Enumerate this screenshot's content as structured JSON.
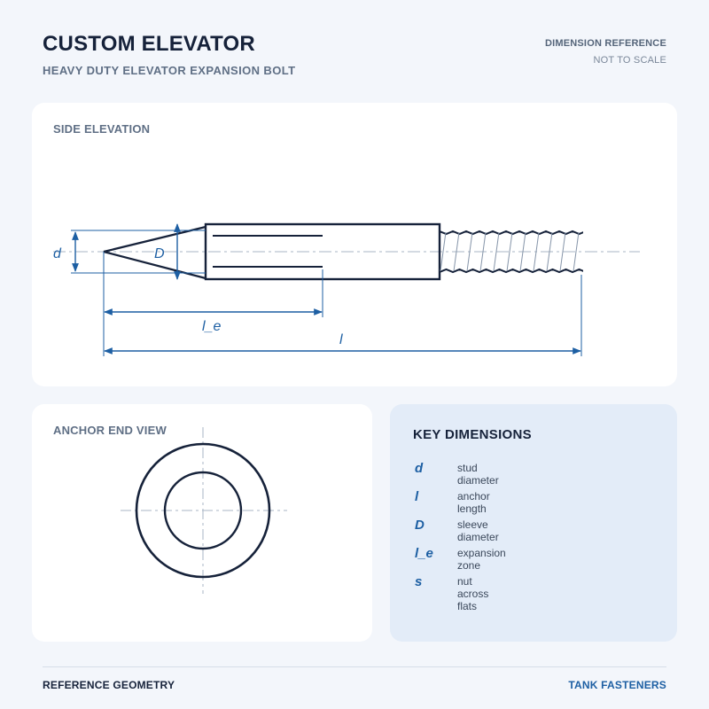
{
  "header": {
    "title": "CUSTOM ELEVATOR",
    "subtitle": "HEAVY DUTY ELEVATOR EXPANSION BOLT",
    "reference_label": "DIMENSION REFERENCE",
    "reference_note": "NOT TO SCALE"
  },
  "side_view": {
    "title": "SIDE ELEVATION",
    "labels": {
      "d": "d",
      "D": "D",
      "le": "l_e",
      "l": "l"
    }
  },
  "end_view": {
    "title": "ANCHOR END VIEW"
  },
  "key": {
    "title": "KEY DIMENSIONS",
    "items": [
      {
        "symbol": "d",
        "description": "stud diameter"
      },
      {
        "symbol": "l",
        "description": "anchor length"
      },
      {
        "symbol": "D",
        "description": "sleeve diameter"
      },
      {
        "symbol": "l_e",
        "description": "expansion zone"
      },
      {
        "symbol": "s",
        "description": "nut across flats"
      }
    ]
  },
  "footer": {
    "left": "REFERENCE GEOMETRY",
    "right": "TANK FASTENERS"
  },
  "colors": {
    "outline": "#16223a",
    "dimension": "#1d5fa3",
    "centerline": "#a9b6c6",
    "card": "#ffffff",
    "key_card": "#e3ecf8",
    "background": "#f3f6fb"
  }
}
